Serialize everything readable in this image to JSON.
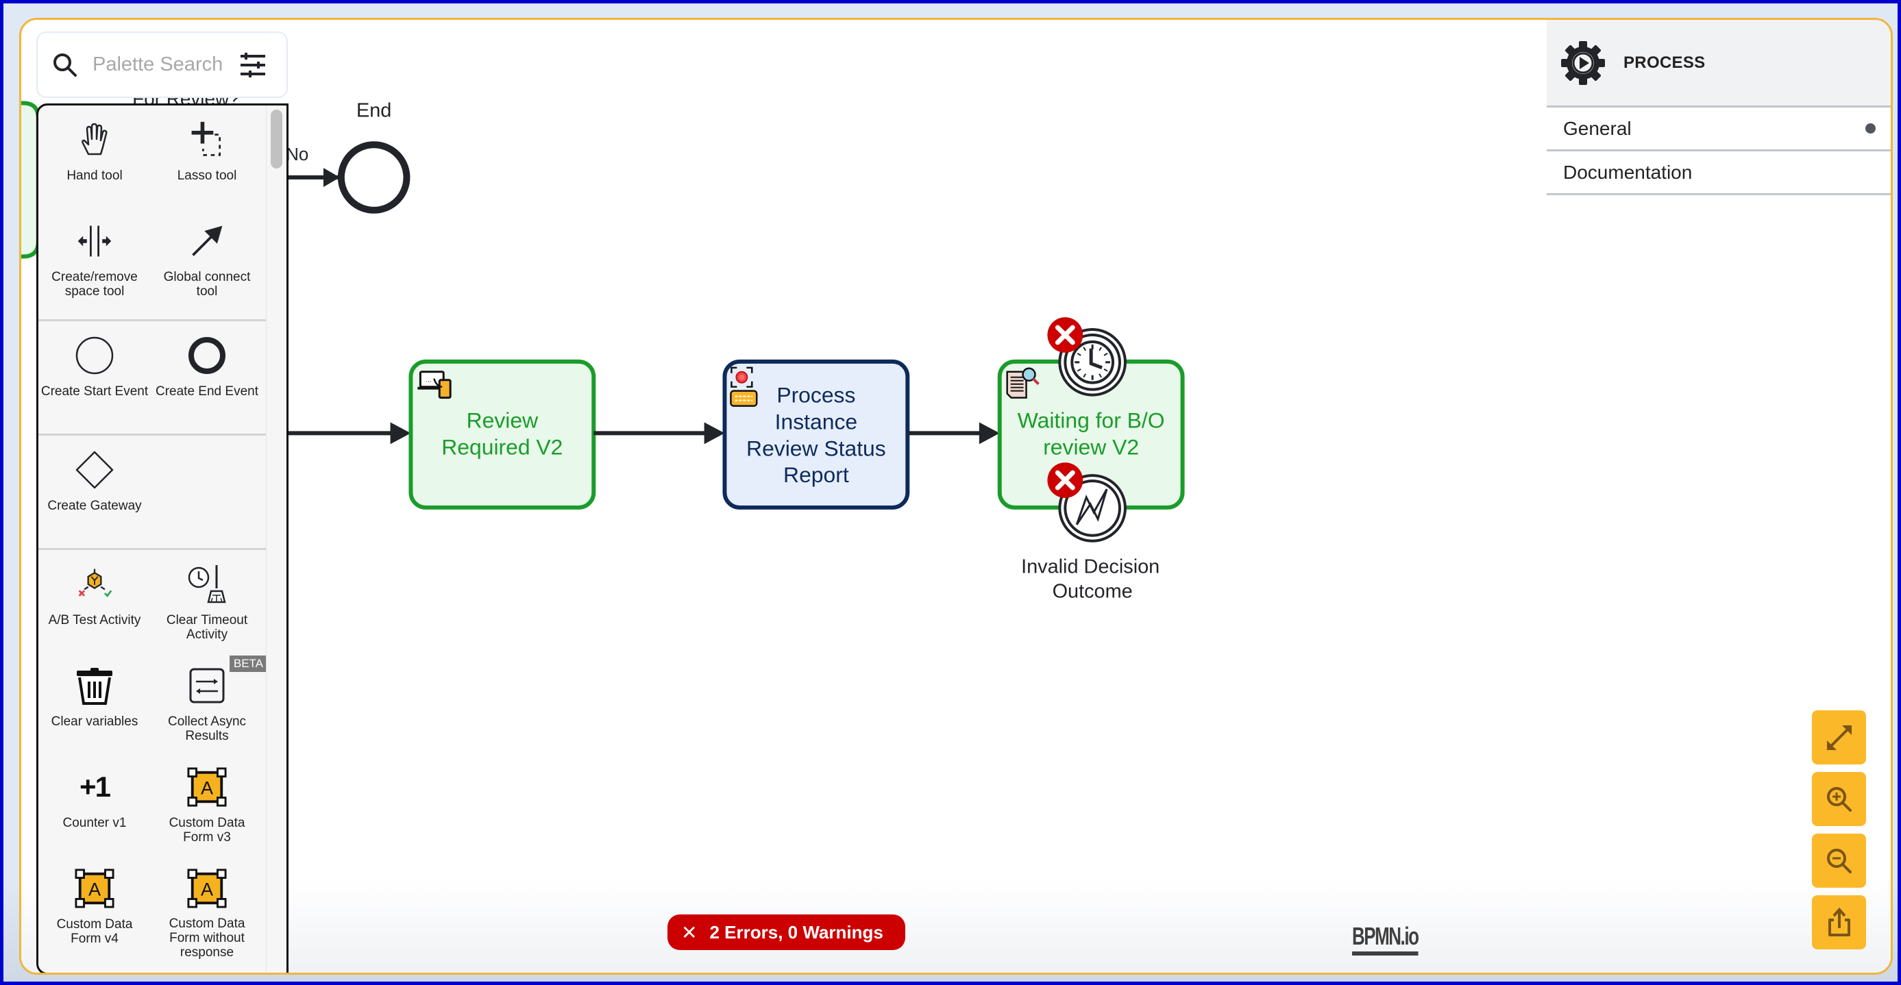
{
  "search": {
    "placeholder": "Palette Search"
  },
  "palette": {
    "groups": [
      {
        "entries": [
          {
            "label": "Hand tool",
            "icon": "hand-icon"
          },
          {
            "label": "Lasso tool",
            "icon": "lasso-icon"
          },
          {
            "label": "Create/remove space tool",
            "icon": "space-tool-icon"
          },
          {
            "label": "Global connect tool",
            "icon": "connect-arrow-icon"
          }
        ]
      },
      {
        "entries": [
          {
            "label": "Create Start Event",
            "icon": "start-event-icon"
          },
          {
            "label": "Create End Event",
            "icon": "end-event-icon"
          }
        ]
      },
      {
        "entries": [
          {
            "label": "Create Gateway",
            "icon": "gateway-icon"
          }
        ]
      },
      {
        "entries": [
          {
            "label": "A/B Test Activity",
            "icon": "ab-test-icon"
          },
          {
            "label": "Clear Timeout Activity",
            "icon": "clear-timeout-icon"
          },
          {
            "label": "Clear variables",
            "icon": "trash-icon"
          },
          {
            "label": "Collect Async Results",
            "icon": "collect-async-icon",
            "badge": "BETA"
          },
          {
            "label": "Counter v1",
            "icon": "counter-icon",
            "glyph": "+1"
          },
          {
            "label": "Custom Data Form v3",
            "icon": "custom-form-icon"
          },
          {
            "label": "Custom Data Form v4",
            "icon": "custom-form-icon"
          },
          {
            "label": "Custom Data Form without response",
            "icon": "custom-form-icon"
          }
        ]
      }
    ]
  },
  "diagram": {
    "partial_label_top": "For Review?",
    "partial_label_flow": "No",
    "end_event_label": "End",
    "tasks": [
      {
        "name": "Review Required V2",
        "lines": [
          "Review",
          "Required V2"
        ],
        "status": "completed"
      },
      {
        "name": "Process Instance Review Status Report",
        "lines": [
          "Process",
          "Instance",
          "Review Status",
          "Report"
        ],
        "status": "active"
      },
      {
        "name": "Waiting for B/O review V2",
        "lines": [
          "Waiting for B/O",
          "review V2"
        ],
        "status": "completed"
      }
    ],
    "boundary_events": [
      {
        "type": "timer",
        "has_error": true
      },
      {
        "type": "error",
        "has_error": true,
        "label_lines": [
          "Invalid Decision",
          "Outcome"
        ]
      }
    ],
    "colors": {
      "completed_stroke": "#1a9c2a",
      "completed_fill": "#e8f8ea",
      "completed_text": "#1a9c2a",
      "active_stroke": "#0e2a5c",
      "active_fill": "#e6eefb",
      "active_text": "#0e2a5c",
      "error_marker": "#cc0000",
      "accent": "#fbb829"
    }
  },
  "properties": {
    "element_type": "PROCESS",
    "groups": [
      {
        "label": "General",
        "has_indicator": true
      },
      {
        "label": "Documentation",
        "has_indicator": false
      }
    ]
  },
  "validation": {
    "text": "2 Errors, 0 Warnings",
    "icon": "x-icon"
  },
  "zoom_controls": [
    {
      "label": "Fit to viewport",
      "icon": "fit-icon"
    },
    {
      "label": "Zoom in",
      "icon": "zoom-in-icon"
    },
    {
      "label": "Zoom out",
      "icon": "zoom-out-icon"
    },
    {
      "label": "Export",
      "icon": "export-icon"
    }
  ],
  "logo": "BPMN.io"
}
